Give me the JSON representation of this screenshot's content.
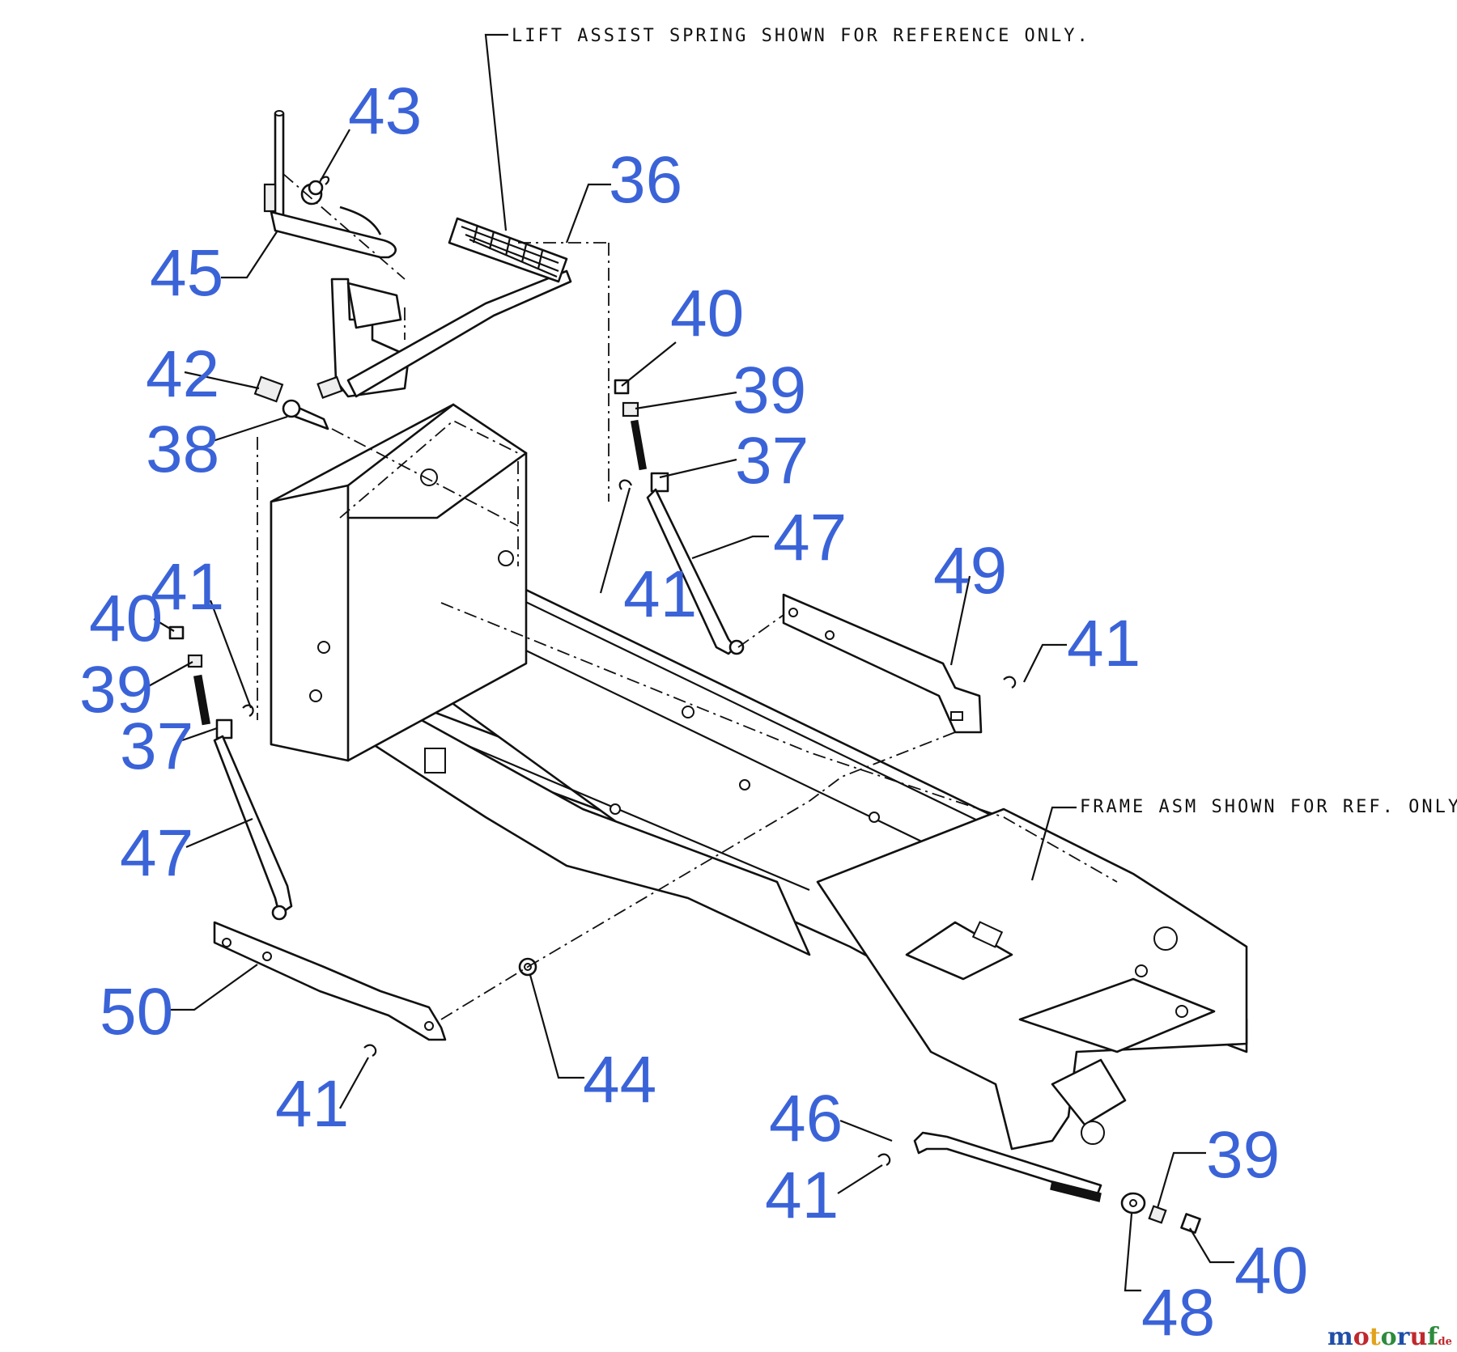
{
  "notes": {
    "lift_assist": "LIFT ASSIST SPRING SHOWN FOR REFERENCE ONLY.",
    "frame_asm": "FRAME ASM SHOWN FOR REF. ONLY"
  },
  "callouts": [
    {
      "id": "c43",
      "text": "43"
    },
    {
      "id": "c36",
      "text": "36"
    },
    {
      "id": "c45",
      "text": "45"
    },
    {
      "id": "c40a",
      "text": "40"
    },
    {
      "id": "c42",
      "text": "42"
    },
    {
      "id": "c39a",
      "text": "39"
    },
    {
      "id": "c38",
      "text": "38"
    },
    {
      "id": "c37a",
      "text": "37"
    },
    {
      "id": "c47a",
      "text": "47"
    },
    {
      "id": "c49",
      "text": "49"
    },
    {
      "id": "c41a",
      "text": "41"
    },
    {
      "id": "c41b",
      "text": "41"
    },
    {
      "id": "c41c",
      "text": "41"
    },
    {
      "id": "c40b",
      "text": "40"
    },
    {
      "id": "c39b",
      "text": "39"
    },
    {
      "id": "c37b",
      "text": "37"
    },
    {
      "id": "c47b",
      "text": "47"
    },
    {
      "id": "c50",
      "text": "50"
    },
    {
      "id": "c44",
      "text": "44"
    },
    {
      "id": "c41d",
      "text": "41"
    },
    {
      "id": "c46",
      "text": "46"
    },
    {
      "id": "c41e",
      "text": "41"
    },
    {
      "id": "c39c",
      "text": "39"
    },
    {
      "id": "c40c",
      "text": "40"
    },
    {
      "id": "c48",
      "text": "48"
    }
  ],
  "watermark": {
    "brand": "motoruf",
    "suffix": ".de",
    "colors": [
      "#1f4fa8",
      "#c0282d",
      "#e2a21b",
      "#2c8b3c",
      "#1f4fa8",
      "#c0282d",
      "#2c8b3c"
    ]
  }
}
